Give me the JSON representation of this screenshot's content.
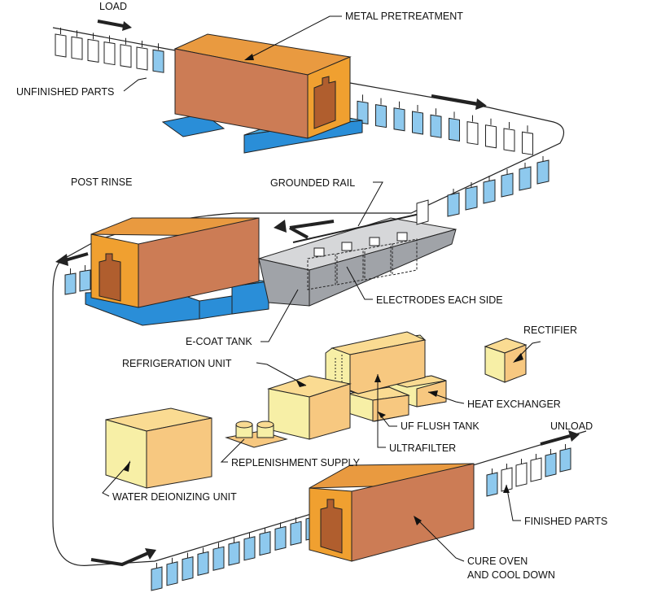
{
  "labels": {
    "load": "LOAD",
    "metal_pretreatment": "METAL PRETREATMENT",
    "unfinished_parts": "UNFINISHED PARTS",
    "post_rinse": "POST RINSE",
    "grounded_rail": "GROUNDED RAIL",
    "electrodes_each_side": "ELECTRODES EACH SIDE",
    "ecoat_tank": "E-COAT TANK",
    "rectifier": "RECTIFIER",
    "refrigeration_unit": "REFRIGERATION UNIT",
    "heat_exchanger": "HEAT EXCHANGER",
    "uf_flush_tank": "UF FLUSH TANK",
    "ultrafilter": "ULTRAFILTER",
    "unload": "UNLOAD",
    "replenishment_supply": "REPLENISHMENT SUPPLY",
    "water_deionizing_unit": "WATER DEIONIZING UNIT",
    "finished_parts": "FINISHED PARTS",
    "cure_oven_line1": "CURE OVEN",
    "cure_oven_line2": "AND COOL DOWN"
  },
  "colors": {
    "part_white": "#ffffff",
    "part_blue": "#8ec9ee",
    "oven_front": "#f0a030",
    "oven_side": "#cc7c55",
    "oven_top": "#e99a40",
    "door": "#b05e2e",
    "tank_blue": "#2a8ed8",
    "tank_blue_light": "#4aaee8",
    "equip_front": "#f7efa6",
    "equip_side": "#f7c880",
    "equip_top": "#fadb92",
    "ecoat_dark": "#a0a3a8",
    "ecoat_light": "#d6d7d9",
    "line": "#222222"
  },
  "icons": {
    "direction_arrows": "arrow-icon"
  }
}
